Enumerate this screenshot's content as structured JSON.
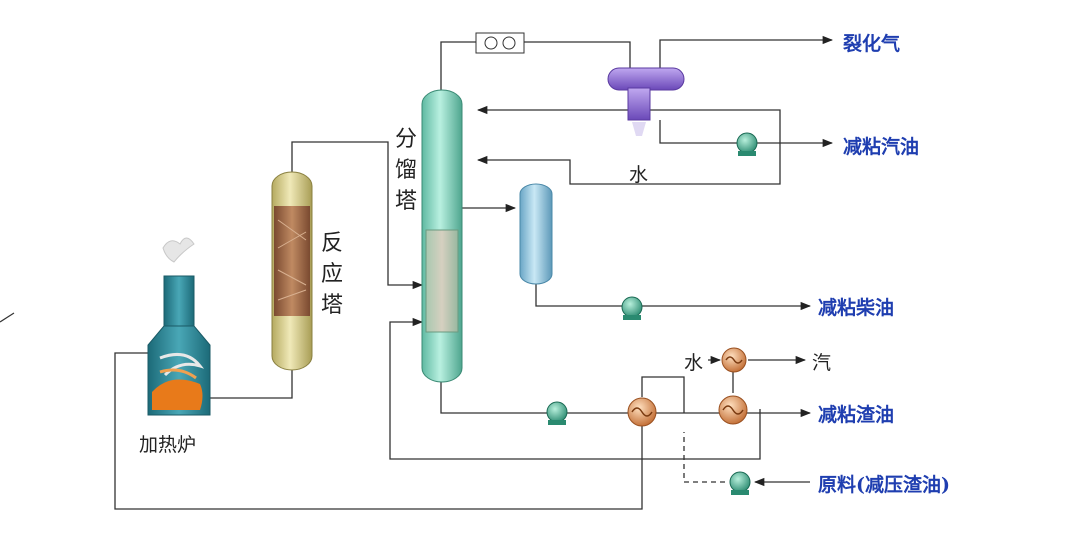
{
  "equipment": {
    "heater": "加热炉",
    "reactor": "反应塔",
    "fractionator": "分馏塔"
  },
  "streams": {
    "cracked_gas": "裂化气",
    "visbreaking_gasoline": "减粘汽油",
    "visbreaking_diesel": "减粘柴油",
    "visbreaking_residue": "减粘渣油",
    "feed": "原料(减压渣油)",
    "steam": "汽"
  },
  "utilities": {
    "water_condenser": "水",
    "water_boiler": "水"
  },
  "colors": {
    "heater_body": "#2f8a9a",
    "heater_flame": "#e87a1a",
    "reactor_shell": "#d8cf90",
    "reactor_packing": "#a06a48",
    "fractionator_shell": "#8fd9c3",
    "drum": "#8fc4df",
    "condenser": "#8a6ad0",
    "pump": "#3aa88a",
    "exchanger": "#d8905a",
    "stream_label": "#1f3eb0"
  }
}
